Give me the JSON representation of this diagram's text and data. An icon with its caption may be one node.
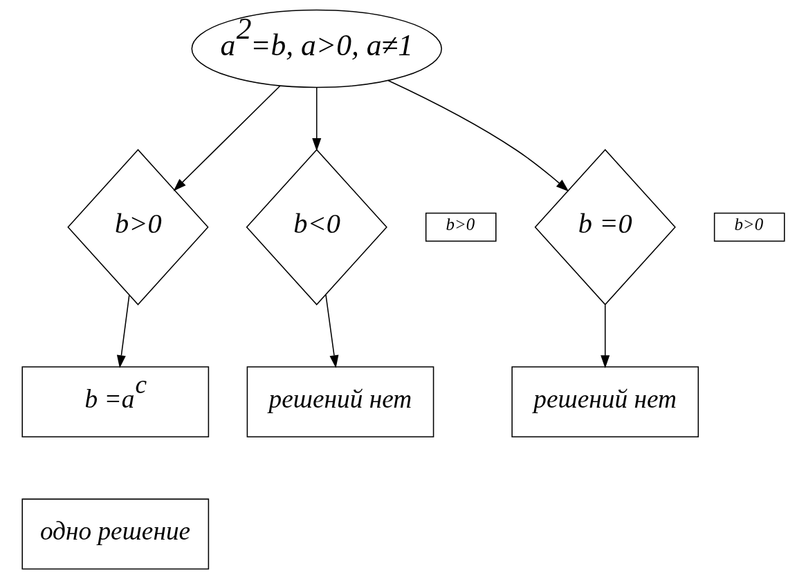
{
  "diagram": {
    "nodes": [
      {
        "text": [
          "a$^{2}$=b, a>0, a≠1"
        ]
      },
      {
        "text": [
          "b>0"
        ]
      },
      {
        "text": [
          "b<0"
        ]
      },
      {
        "text": [
          "b>0"
        ]
      },
      {
        "text": [
          "b =0"
        ]
      },
      {
        "text": [
          "b>0"
        ]
      },
      {
        "text": [
          "b =a$^{c}$"
        ]
      },
      {
        "text": [
          "решений нет"
        ]
      },
      {
        "text": [
          "решений нет"
        ]
      },
      {
        "text": [
          "одно решение"
        ]
      }
    ],
    "edges": [
      {
        "from": 0,
        "to": 1,
        "arrow": "to"
      },
      {
        "from": 0,
        "to": 2,
        "arrow": "to"
      },
      {
        "from": 0,
        "to": 4,
        "arrow": "to"
      },
      {
        "from": 1,
        "to": 6,
        "arrow": "to"
      },
      {
        "from": 2,
        "to": 7,
        "arrow": "to"
      },
      {
        "from": 4,
        "to": 8,
        "arrow": "to"
      }
    ]
  }
}
